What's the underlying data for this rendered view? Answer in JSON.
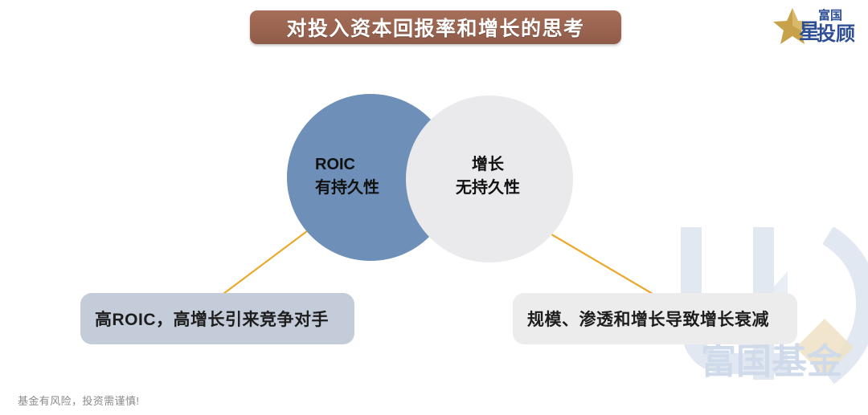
{
  "slide": {
    "title": "对投入资本回报率和增长的思考",
    "background_color": "#ffffff",
    "title_banner_color": "#9a6450"
  },
  "brand": {
    "logo_star_char": "星",
    "logo_top_text": "富国",
    "logo_bottom_text": "投顾",
    "logo_star_color": "#c7a24a",
    "logo_text_color": "#2e4f96",
    "watermark_text": "富国基金",
    "watermark_color": "#dfe6f0"
  },
  "diagram": {
    "type": "venn-two-circle",
    "circles": [
      {
        "id": "roic",
        "line1": "ROIC",
        "line2": "有持久性",
        "color": "#6e8fb8"
      },
      {
        "id": "growth",
        "line1": "增长",
        "line2": "无持久性",
        "color": "#eaeaec"
      }
    ],
    "connector_color": "#eba92e",
    "callouts": [
      {
        "id": "left",
        "text": "高ROIC，高增长引来竞争对手",
        "color": "#c3ccd8"
      },
      {
        "id": "right",
        "text": "规模、渗透和增长导致增长衰减",
        "color": "#ececec"
      }
    ]
  },
  "footer": {
    "disclaimer": "基金有风险，投资需谨慎!"
  }
}
